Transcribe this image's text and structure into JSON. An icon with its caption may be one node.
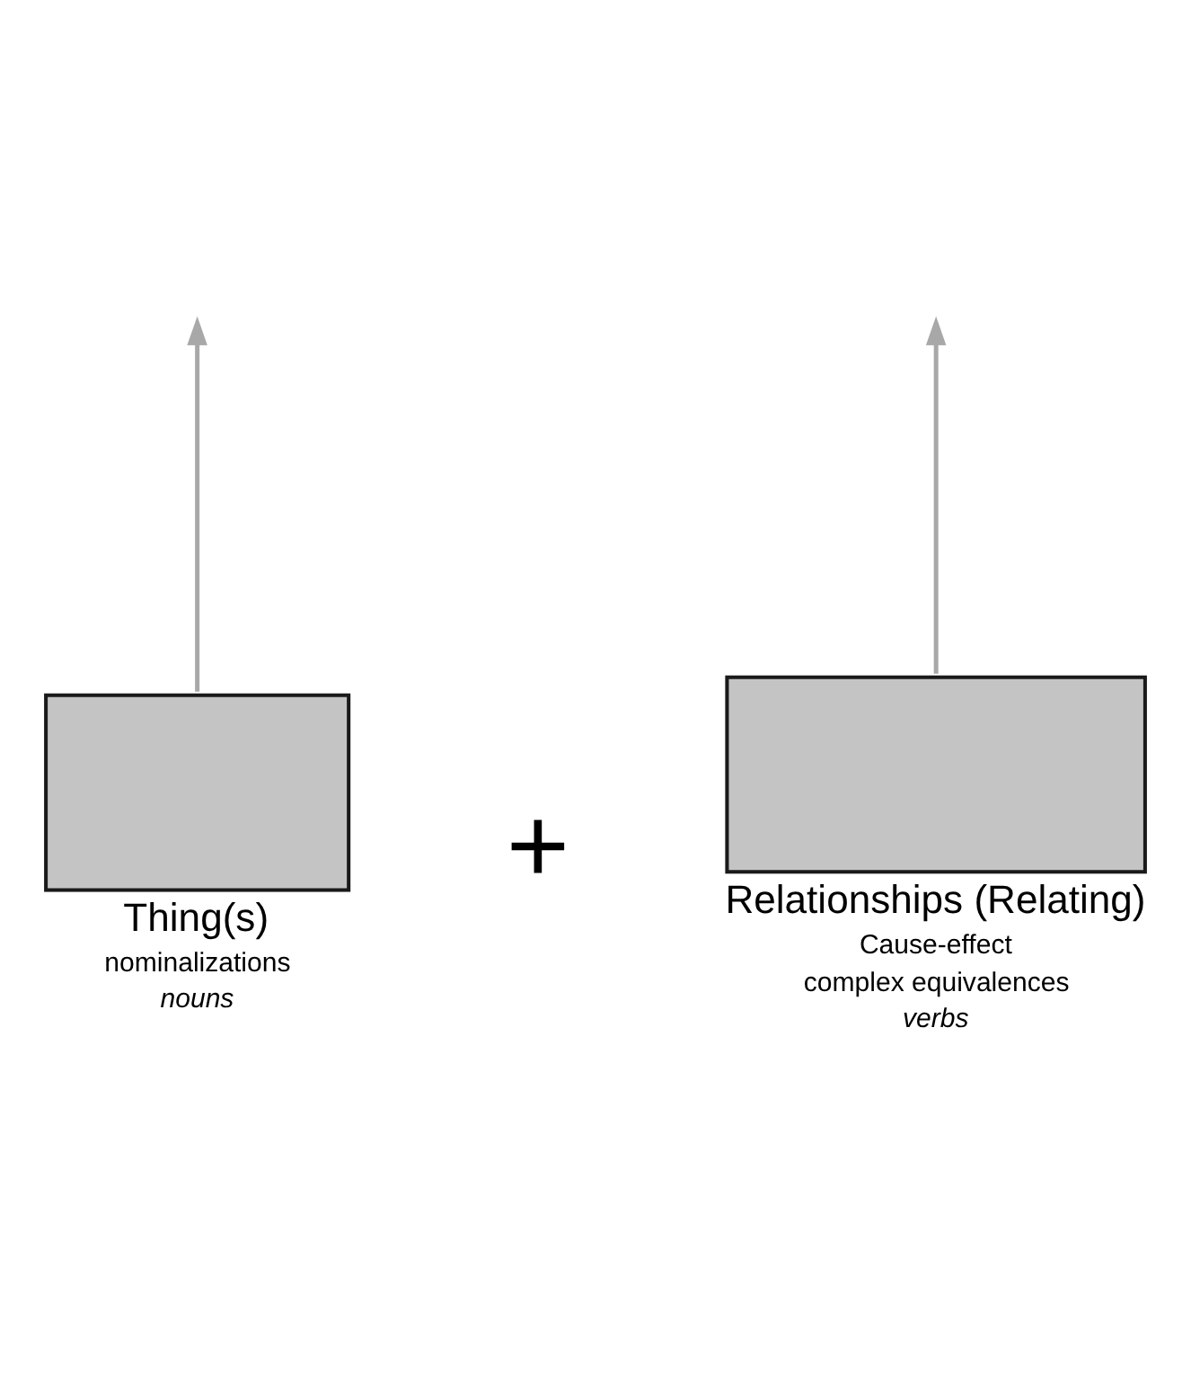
{
  "diagram": {
    "nodes": [
      {
        "text": [
          "Thing(s)",
          "nominalizations",
          "nouns"
        ]
      },
      {
        "text": [
          "Relationships (Relating)",
          "Cause-effect",
          "complex equivalences",
          "verbs"
        ]
      }
    ],
    "edges": [
      {
        "from": 0,
        "to": null,
        "arrow": "to"
      },
      {
        "from": 1,
        "to": null,
        "arrow": "to"
      }
    ],
    "labels": [
      "+"
    ]
  }
}
